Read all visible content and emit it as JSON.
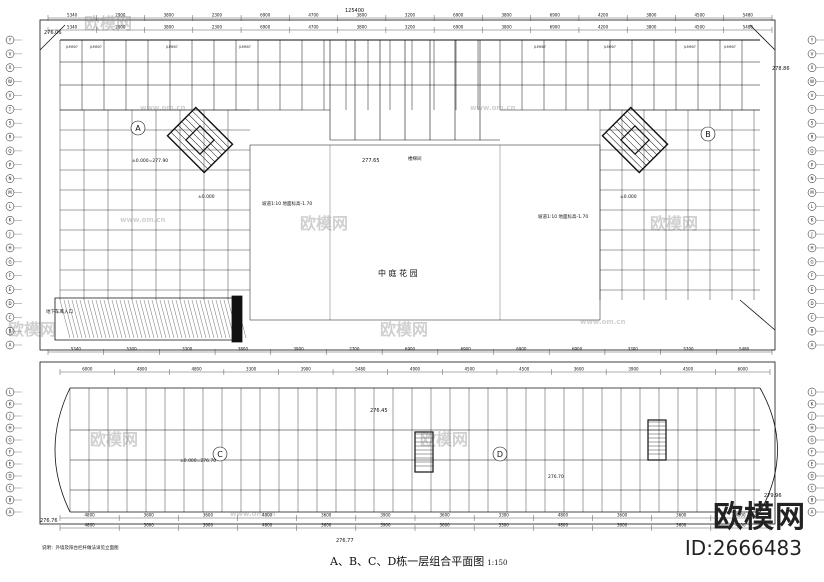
{
  "title": "A、B、C、D栋一层组合平面图",
  "scale": "1:150",
  "watermark": {
    "brand": "欧模网",
    "site": "www.om.cn"
  },
  "badge": {
    "brand": "欧模网",
    "id": "ID:2666483"
  },
  "garden_label": "中 庭 花 园",
  "elevations": {
    "upper_left": "276.06",
    "upper_right": "278.86",
    "lower_left": "276.76",
    "lower_right": "279.96",
    "court": "277.65",
    "bottom_mid": "276.77",
    "lower_mid": "276.45",
    "unit_c": "±0.000=276.70",
    "unit_d": "276.70",
    "unit_a": "±0.000=277.90"
  },
  "unit_labels": [
    "A",
    "B",
    "C",
    "D"
  ],
  "axis_left": [
    "Y",
    "V",
    "X",
    "W",
    "V",
    "T",
    "S",
    "R",
    "Q",
    "P",
    "N",
    "M",
    "L",
    "K",
    "J",
    "H",
    "G",
    "F",
    "E",
    "D",
    "C",
    "B",
    "A"
  ],
  "axis_right": [
    "Y",
    "V",
    "X",
    "W",
    "V",
    "T",
    "S",
    "R",
    "Q",
    "P",
    "N",
    "M",
    "L",
    "K",
    "J",
    "H",
    "G",
    "F",
    "E",
    "D",
    "C",
    "B",
    "A"
  ],
  "top_dims": [
    "5340",
    "2900",
    "3800",
    "2300",
    "6900",
    "4700",
    "3800",
    "3200",
    "6900",
    "3800",
    "6900",
    "4200",
    "3800",
    "4500",
    "5480"
  ],
  "top_total": "125400",
  "mid_dims": [
    "5340",
    "5300",
    "3300",
    "3800",
    "3900",
    "2700",
    "6900",
    "6900",
    "6900",
    "6900",
    "3300",
    "5700",
    "5480"
  ],
  "lower_dims": [
    "6000",
    "4800",
    "4800",
    "3300",
    "3900",
    "5480",
    "4900",
    "4500",
    "4500",
    "3600",
    "3900",
    "4500",
    "6000"
  ],
  "bottom_dims": [
    "4800",
    "3600",
    "3600",
    "4800",
    "3600",
    "3900",
    "3600",
    "3300",
    "4800",
    "3600",
    "3600",
    "4800"
  ],
  "room_tags": [
    "JLM907",
    "JLM907",
    "JLM907",
    "JLM907",
    "JLM907",
    "JLM907",
    "JLM907",
    "JLM907"
  ],
  "notes": {
    "foot_note": "说明：外墙及阳台栏杆做法详见立面图",
    "ramp": "地下车库入口",
    "stair": "楼梯间",
    "slope_a": "坡道1:10 地面标高-1.70",
    "slope_b": "坡道1:10 地面标高-1.70",
    "zero_a": "±0.000",
    "zero_b": "±0.000"
  }
}
